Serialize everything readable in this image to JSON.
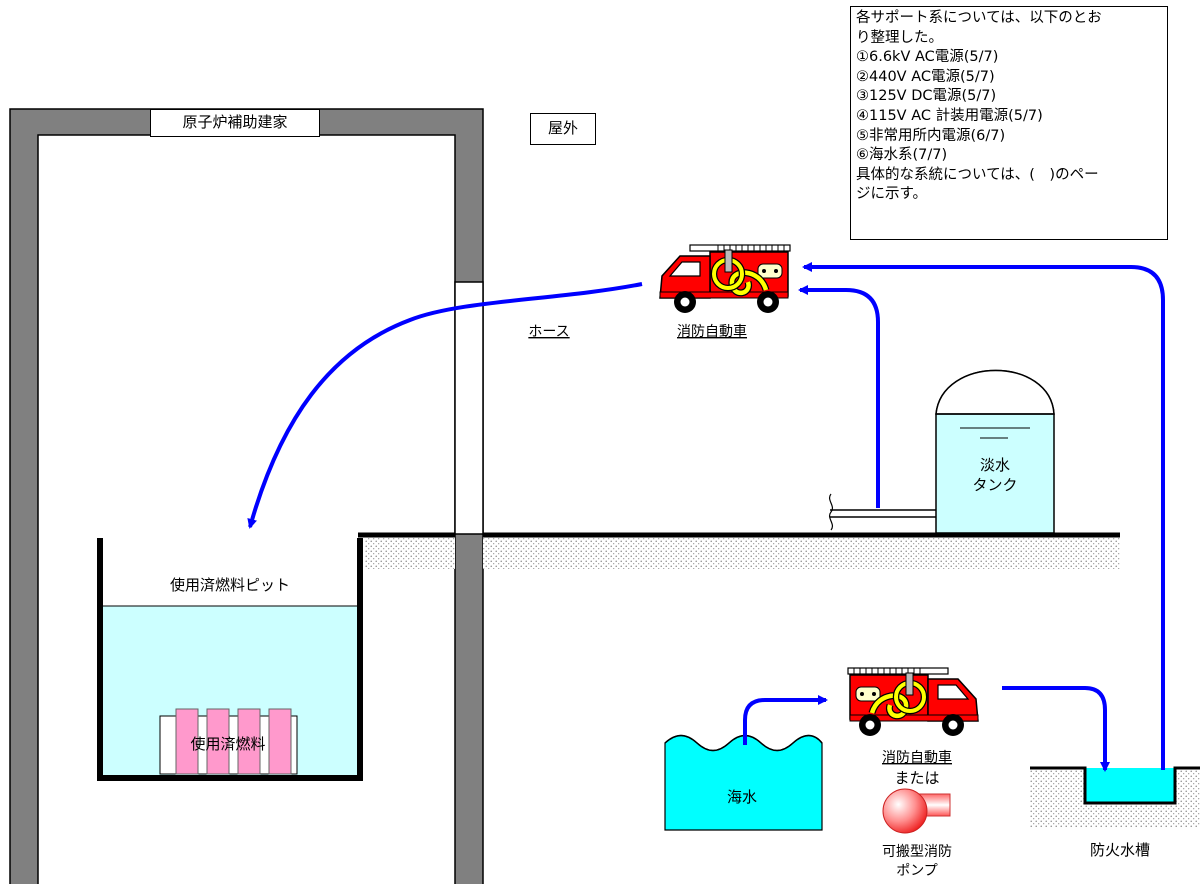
{
  "note": {
    "lines": [
      "各サポート系については、以下のとお",
      "り整理した。",
      "①6.6kV AC電源(5/7)",
      "②440V AC電源(5/7)",
      "③125V DC電源(5/7)",
      "④115V AC 計装用電源(5/7)",
      "⑤非常用所内電源(6/7)",
      "⑥海水系(7/7)",
      "具体的な系統については、(　)のペー",
      "ジに示す。"
    ]
  },
  "labels": {
    "building": "原子炉補助建家",
    "outdoor": "屋外",
    "hose": "ホース",
    "fire_truck_top": "消防自動車",
    "fresh_water_tank_1": "淡水",
    "fresh_water_tank_2": "タンク",
    "spent_fuel_pit": "使用済燃料ピット",
    "spent_fuel": "使用済燃料",
    "fire_truck_bottom": "消防自動車",
    "or": "または",
    "portable_pump_1": "可搬型消防",
    "portable_pump_2": "ポンプ",
    "sea_water": "海水",
    "fire_cistern": "防火水槽"
  },
  "colors": {
    "flow_line": "#0000ff",
    "water": "#ccffff",
    "sea": "#00ffff",
    "wall": "#808080",
    "fuel": "#ff99cc",
    "truck_red": "#ff0000",
    "hose_yellow": "#ffff00"
  },
  "icons": [
    "fire-truck-icon",
    "portable-pump-icon",
    "wave-icon"
  ]
}
